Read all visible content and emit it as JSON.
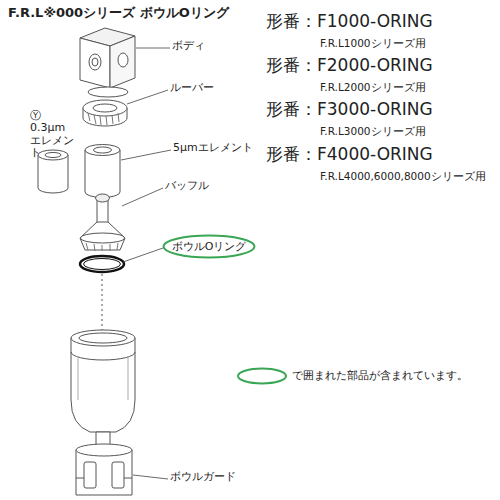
{
  "diagram": {
    "title": "F.R.L※000シリーズ ボウルOリング",
    "nodes": [
      {
        "text": [
          "ボウルOリング"
        ]
      }
    ],
    "labels": [
      "形番：F1000-ORING",
      "F.R.L1000シリーズ用",
      "形番：F2000-ORING",
      "F.R.L2000シリーズ用",
      "形番：F3000-ORING",
      "F.R.L3000シリーズ用",
      "形番：F4000-ORING",
      "F.R.L4000,6000,8000シリーズ用",
      "ボディ",
      "ルーバー",
      "Ⓨ",
      "0.3μm エレメント",
      "5μmエレメント",
      "バッフル",
      "ボウルガード"
    ],
    "legend": [
      {
        "text": "で囲まれた部品が含まれています。"
      }
    ]
  }
}
